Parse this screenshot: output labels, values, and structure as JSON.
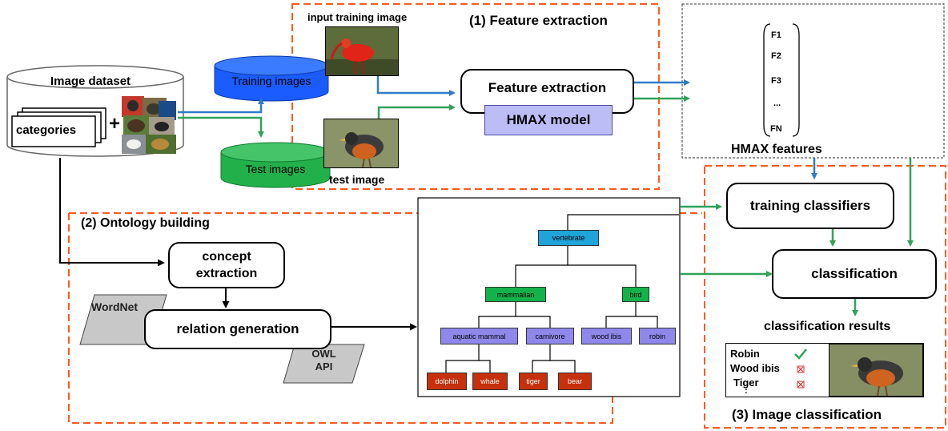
{
  "sections": {
    "feature": "(1) Feature extraction",
    "ontology": "(2) Ontology building",
    "classification": "(3) Image classification"
  },
  "dataset": {
    "title": "Image dataset",
    "categories": "categories",
    "plus": "+"
  },
  "training_images": "Training images",
  "test_images": "Test images",
  "input_training_image": "input training image",
  "test_image": "test image",
  "feature_box": "Feature extraction",
  "hmax_box": "HMAX model",
  "features": {
    "items": [
      "F1",
      "F2",
      "F3",
      "...",
      "FN"
    ],
    "caption": "HMAX features"
  },
  "ontology_steps": {
    "concept": [
      "concept",
      "extraction"
    ],
    "relation": "relation generation",
    "wordnet": "WordNet",
    "owl": [
      "OWL",
      "API"
    ]
  },
  "tree": {
    "root": "vertebrate",
    "level1": [
      "mammalian",
      "bird"
    ],
    "level2": [
      "aquatic mammal",
      "carnivore",
      "wood ibis",
      "robin"
    ],
    "level3": [
      "dolphin",
      "whale",
      "tiger",
      "bear"
    ]
  },
  "classify": {
    "training": "training classifiers",
    "classification": "classification",
    "results_title": "classification results",
    "results": [
      "Robin",
      "Wood ibis",
      "Tiger"
    ],
    "more": ":"
  },
  "colors": {
    "section_border": "#ff5a1f",
    "arrow_blue": "#2e7cc9",
    "arrow_green": "#2fa35a",
    "training_db": "#1a5cff",
    "test_db": "#22b04b",
    "hmax_box": "#bcbcf7",
    "tree_root": "#1fa3d8",
    "tree_l1": "#13b24a",
    "tree_l2": "#8f88ea",
    "tree_l3": "#c6300c"
  }
}
